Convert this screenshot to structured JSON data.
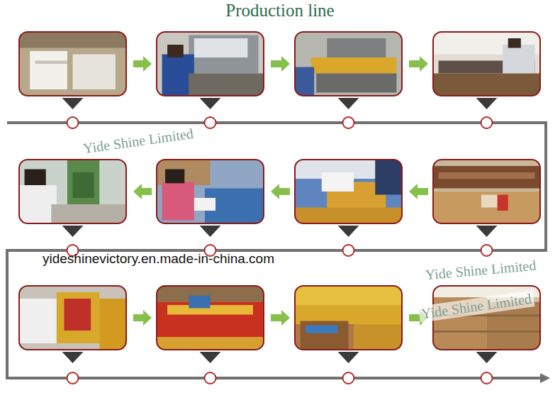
{
  "diagram": {
    "title": "Production line",
    "labels": [
      "Yide Shine Limited",
      "Yide Shine Limited",
      "yideshinevictory.en.made-in-china.com",
      "Yide Shine Limited"
    ]
  }
}
